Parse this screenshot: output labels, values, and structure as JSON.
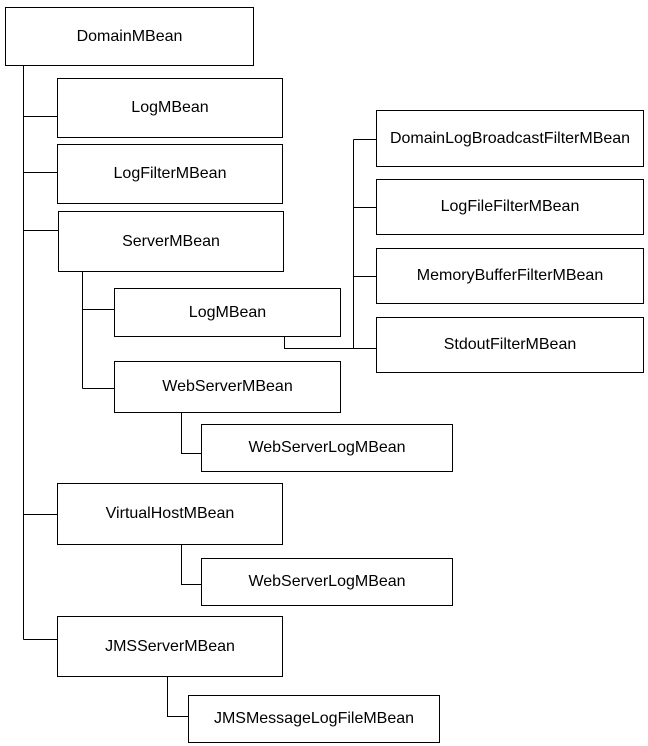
{
  "diagram": {
    "kind": "containment-hierarchy-tree",
    "background_color": "#ffffff",
    "box_border_color": "#000000",
    "line_color": "#000000"
  },
  "nodes": [
    {
      "id": "domain",
      "label": "DomainMBean",
      "parent": null
    },
    {
      "id": "log",
      "label": "LogMBean",
      "parent": "domain"
    },
    {
      "id": "logfilter",
      "label": "LogFilterMBean",
      "parent": "domain"
    },
    {
      "id": "server",
      "label": "ServerMBean",
      "parent": "domain"
    },
    {
      "id": "server-log",
      "label": "LogMBean",
      "parent": "server"
    },
    {
      "id": "webserver",
      "label": "WebServerMBean",
      "parent": "server"
    },
    {
      "id": "webserver-log",
      "label": "WebServerLogMBean",
      "parent": "webserver"
    },
    {
      "id": "virtualhost",
      "label": "VirtualHostMBean",
      "parent": "domain"
    },
    {
      "id": "virtualhost-log",
      "label": "WebServerLogMBean",
      "parent": "virtualhost"
    },
    {
      "id": "jmsserver",
      "label": "JMSServerMBean",
      "parent": "domain"
    },
    {
      "id": "jms-log",
      "label": "JMSMessageLogFileMBean",
      "parent": "jmsserver"
    },
    {
      "id": "dlb-filter",
      "label": "DomainLogBroadcastFilterMBean",
      "parent": "server-log"
    },
    {
      "id": "logfile-filter",
      "label": "LogFileFilterMBean",
      "parent": "server-log"
    },
    {
      "id": "membuf-filter",
      "label": "MemoryBufferFilterMBean",
      "parent": "server-log"
    },
    {
      "id": "stdout-filter",
      "label": "StdoutFilterMBean",
      "parent": "server-log"
    }
  ]
}
